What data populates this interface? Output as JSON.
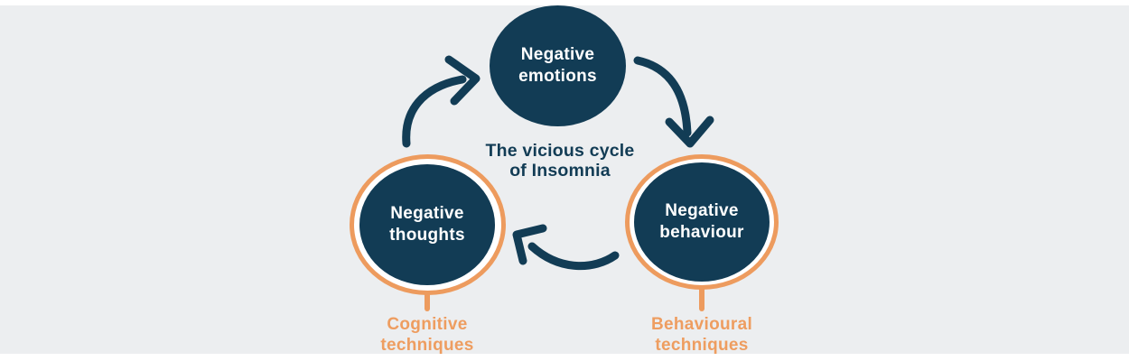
{
  "diagram": {
    "title": "The vicious cycle\nof Insomnia",
    "nodes": {
      "emotions": {
        "label": "Negative\nemotions"
      },
      "behaviour": {
        "label": "Negative\nbehaviour"
      },
      "thoughts": {
        "label": "Negative\nthoughts"
      }
    },
    "annotations": {
      "cognitive": {
        "label": "Cognitive\ntechniques",
        "attached_to": "Negative thoughts"
      },
      "behavioural": {
        "label": "Behavioural\ntechniques",
        "attached_to": "Negative behaviour"
      }
    },
    "arrows": [
      {
        "name": "thoughts-to-emotions",
        "direction": "up-right"
      },
      {
        "name": "emotions-to-behaviour",
        "direction": "down"
      },
      {
        "name": "behaviour-to-thoughts",
        "direction": "up-left"
      }
    ],
    "colors": {
      "navy": "#123c55",
      "orange_ring": "#ed9b5e",
      "orange_text": "#ee9d60",
      "background": "#eceef0",
      "gap_white": "#ffffff"
    }
  }
}
